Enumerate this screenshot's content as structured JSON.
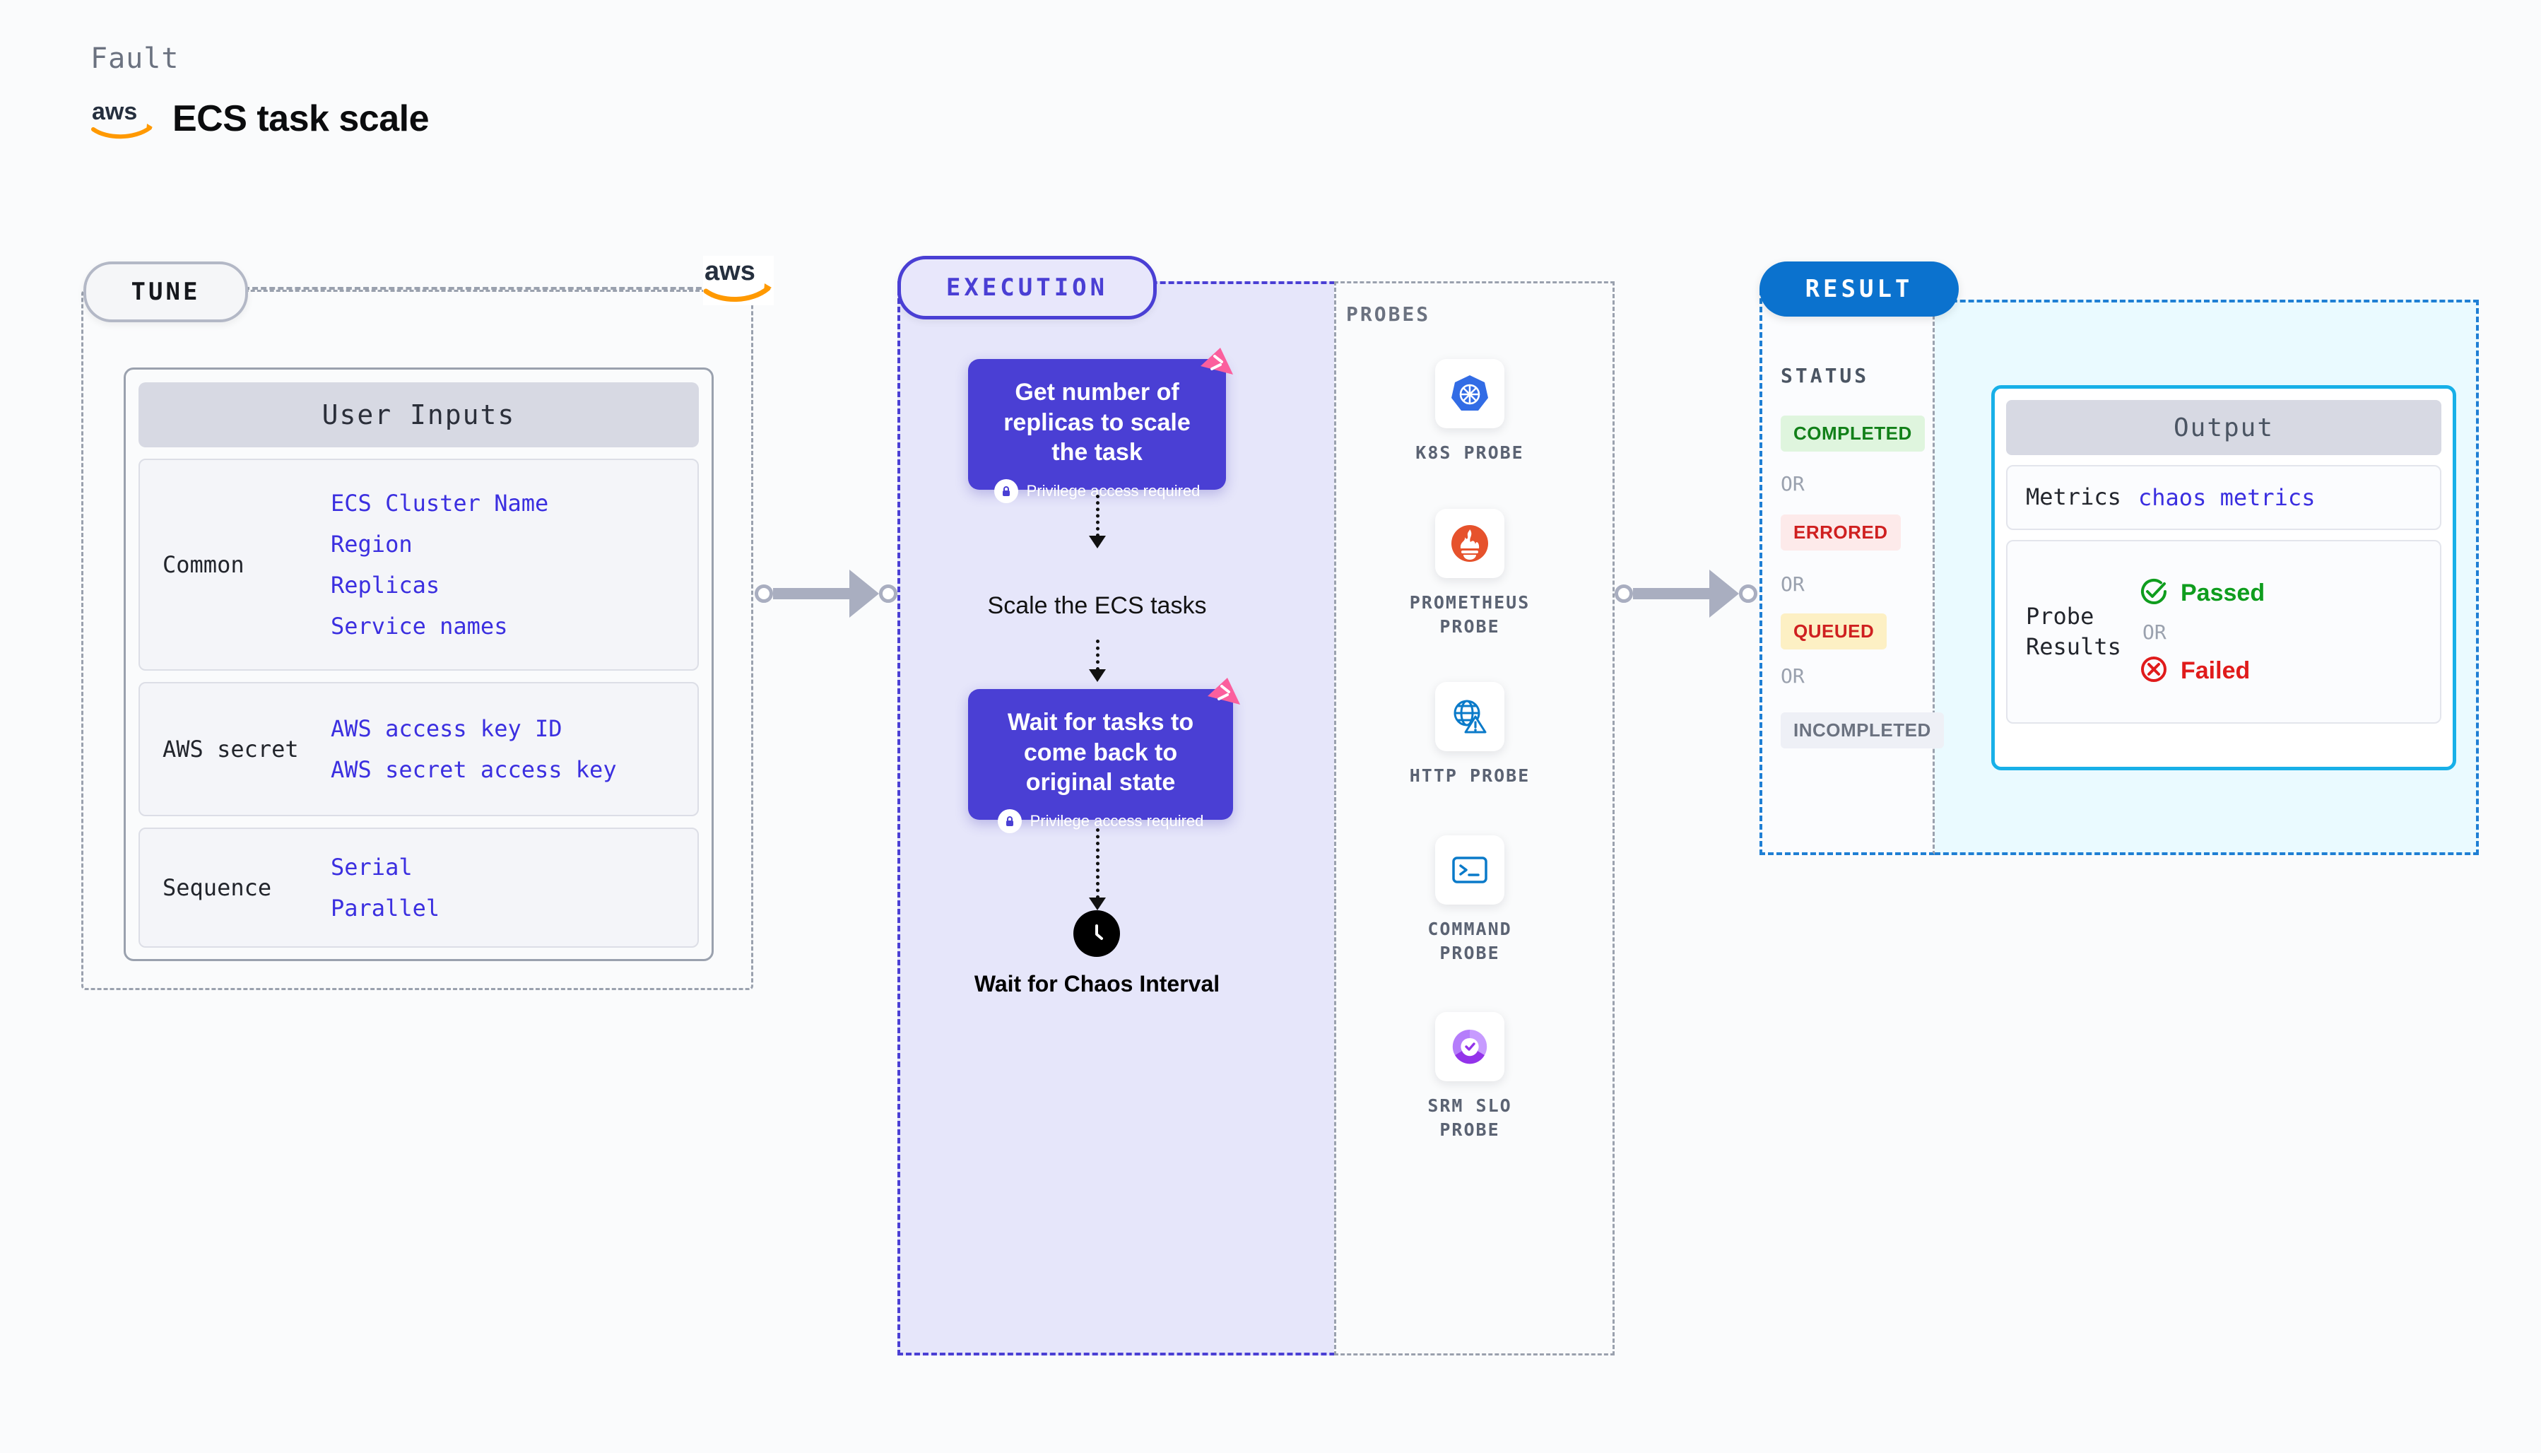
{
  "header": {
    "eyebrow": "Fault",
    "title": "ECS task scale",
    "logo_icon": "aws-logo",
    "aws_wordmark": "aws"
  },
  "tune": {
    "pill_label": "TUNE",
    "logo_icon": "aws-logo",
    "card_title": "User Inputs",
    "groups": [
      {
        "label": "Common",
        "values": [
          "ECS Cluster Name",
          "Region",
          "Replicas",
          "Service names"
        ]
      },
      {
        "label": "AWS secret",
        "values": [
          "AWS access key ID",
          "AWS secret access key"
        ]
      },
      {
        "label": "Sequence",
        "values": [
          "Serial",
          "Parallel"
        ]
      }
    ]
  },
  "execution": {
    "pill_label": "EXECUTION",
    "nodes": [
      {
        "title": "Get number of replicas to scale the task",
        "privilege": "Privilege access required",
        "lock_icon": "lock-icon",
        "ribbon_icon": "chaos-ribbon-icon"
      },
      {
        "title": "Wait for tasks to come back to original state",
        "privilege": "Privilege access required",
        "lock_icon": "lock-icon",
        "ribbon_icon": "chaos-ribbon-icon"
      }
    ],
    "middle_label": "Scale the ECS tasks",
    "wait_icon": "clock-icon",
    "wait_label": "Wait for Chaos Interval"
  },
  "probes": {
    "title": "PROBES",
    "items": [
      {
        "icon": "kubernetes-icon",
        "label": "K8S PROBE"
      },
      {
        "icon": "prometheus-icon",
        "label": "PROMETHEUS PROBE"
      },
      {
        "icon": "http-globe-warning-icon",
        "label": "HTTP PROBE"
      },
      {
        "icon": "terminal-icon",
        "label": "COMMAND PROBE"
      },
      {
        "icon": "srm-slo-icon",
        "label": "SRM SLO PROBE"
      }
    ]
  },
  "result": {
    "pill_label": "RESULT",
    "status_title": "STATUS",
    "or_label": "OR",
    "statuses": [
      {
        "label": "COMPLETED",
        "bg": "#dff5de",
        "color": "#128019"
      },
      {
        "label": "ERRORED",
        "bg": "#fdeaea",
        "color": "#cf2020"
      },
      {
        "label": "QUEUED",
        "bg": "#fdf0c4",
        "color": "#cf2020"
      },
      {
        "label": "INCOMPLETED",
        "bg": "#eef0f6",
        "color": "#6b7280"
      }
    ],
    "output": {
      "title": "Output",
      "metrics_label": "Metrics",
      "metrics_value": "chaos metrics",
      "probe_results_label": "Probe Results",
      "passed_label": "Passed",
      "failed_label": "Failed",
      "or_label": "OR",
      "passed_icon": "check-circle-icon",
      "failed_icon": "x-circle-icon"
    }
  },
  "colors": {
    "execution_purple": "#4a3fd4",
    "execution_bg": "#e6e6fa",
    "result_blue": "#0b72ce",
    "output_border": "#18b0e8",
    "output_bg": "#eafaff",
    "ribbon_pink": "#fb5f9d",
    "aws_orange": "#ff9900",
    "link_blue": "#3b2fe0"
  }
}
